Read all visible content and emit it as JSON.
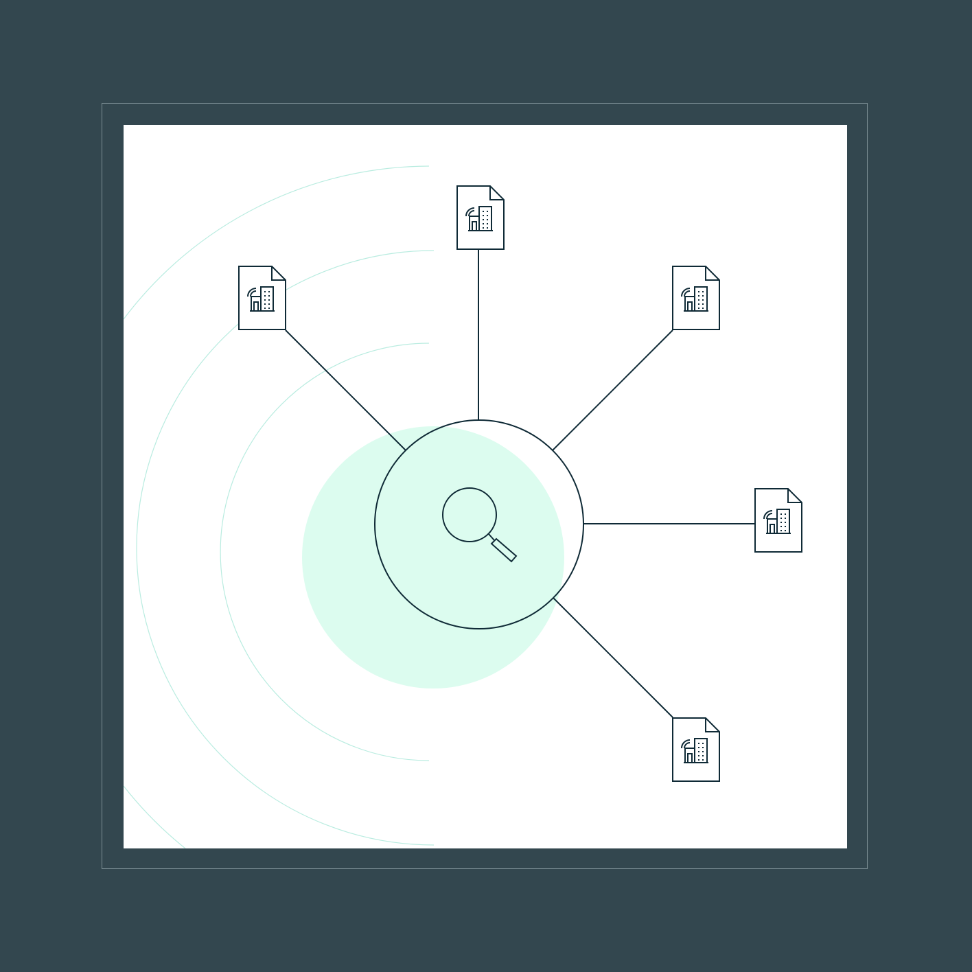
{
  "colors": {
    "background": "#33474f",
    "frame_border": "#7d8f95",
    "canvas": "#ffffff",
    "stroke": "#0f2a36",
    "glow": "#dcfcef",
    "ripple": "#b9ece0"
  },
  "hub": {
    "icon": "search-icon"
  },
  "nodes": [
    {
      "id": "top",
      "icon": "building-document-icon"
    },
    {
      "id": "upper-left",
      "icon": "building-document-icon"
    },
    {
      "id": "upper-right",
      "icon": "building-document-icon"
    },
    {
      "id": "right",
      "icon": "building-document-icon"
    },
    {
      "id": "lower-right",
      "icon": "building-document-icon"
    }
  ]
}
